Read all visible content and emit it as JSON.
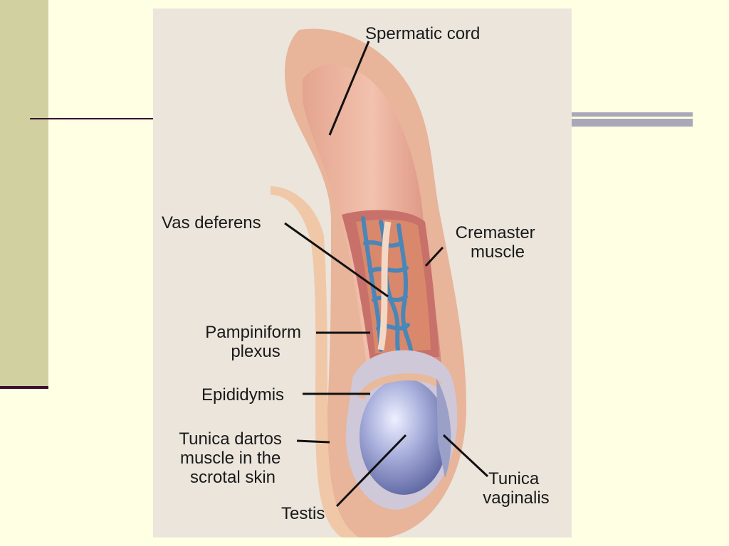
{
  "diagram": {
    "labels": {
      "spermatic_cord": "Spermatic cord",
      "vas_deferens": "Vas deferens",
      "cremaster_muscle": [
        "Cremaster",
        "muscle"
      ],
      "pampiniform_plexus": [
        "Pampiniform",
        "plexus"
      ],
      "epididymis": "Epididymis",
      "tunica_dartos": [
        "Tunica dartos",
        "muscle in the",
        "scrotal skin"
      ],
      "testis": "Testis",
      "tunica_vaginalis": [
        "Tunica",
        "vaginalis"
      ]
    },
    "colors": {
      "slide_background": "#ffffe3",
      "side_bar": "#d0d0a0",
      "panel_background": "#ebe5dc",
      "muscle": "#c8706a",
      "skin": "#e8b49a",
      "veins": "#4a86b8",
      "testis": "#8a93c8"
    }
  }
}
